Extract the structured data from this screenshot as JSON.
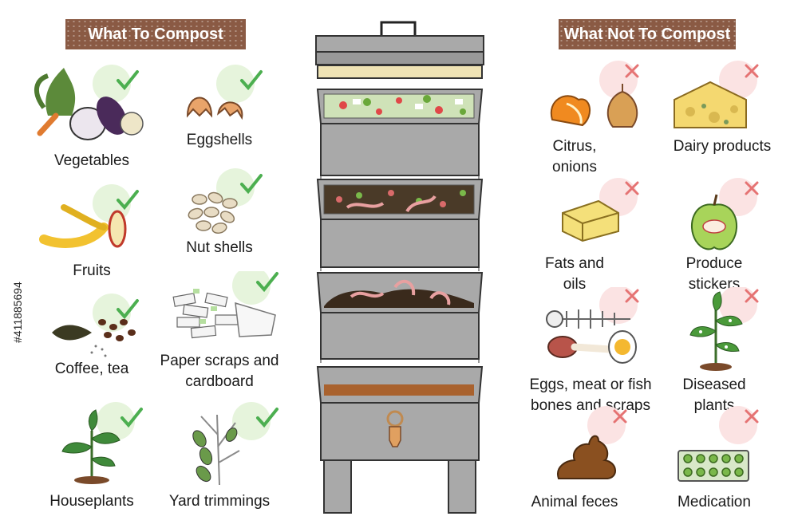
{
  "compost_section": {
    "title": "What To Compost",
    "items": [
      "Vegetables",
      "Eggshells",
      "Fruits",
      "Nut shells",
      "Coffee, tea",
      "Paper scraps and cardboard",
      "Houseplants",
      "Yard trimmings"
    ]
  },
  "no_compost_section": {
    "title": "What Not To Compost",
    "items": [
      "Citrus, onions",
      "Dairy products",
      "Fats and oils",
      "Produce stickers",
      "Eggs, meat or fish bones and scraps",
      "Diseased plants",
      "Animal feces",
      "Medication"
    ]
  },
  "watermark": "#411885694",
  "colors": {
    "banner": "#8a5a44",
    "bin_gray": "#a9a9a9",
    "check_green": "#4caf50",
    "cross_red": "#e57373",
    "check_bubble": "#e6f4dc",
    "cross_bubble": "#fbe3e3"
  }
}
